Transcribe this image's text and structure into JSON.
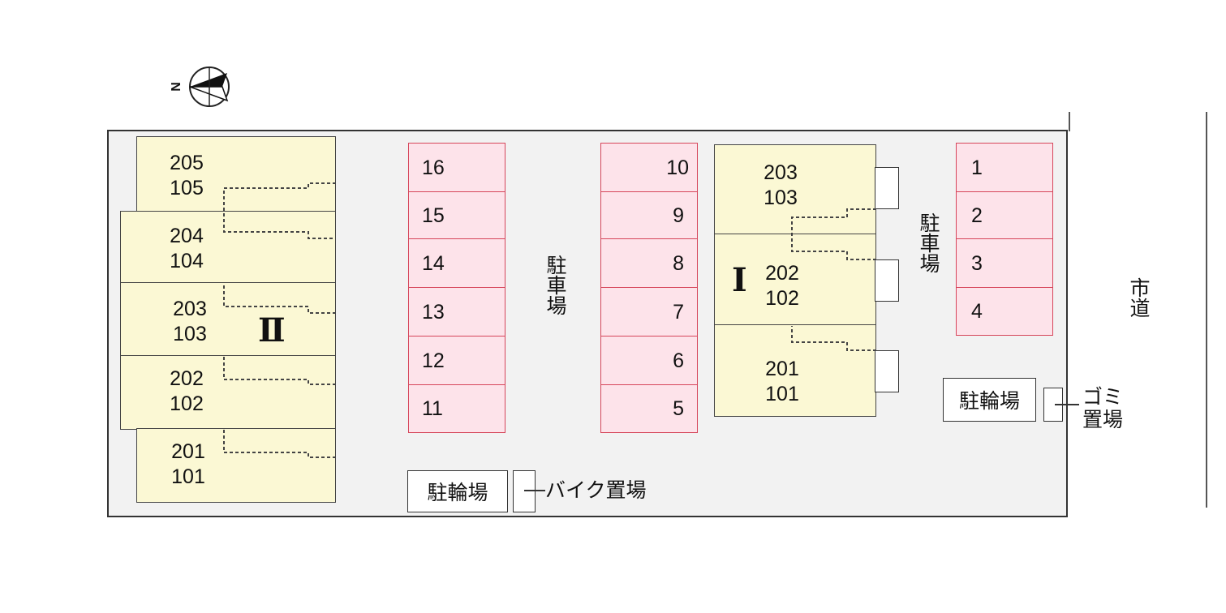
{
  "building_2": {
    "label": "Ⅱ",
    "units": [
      {
        "top": "205",
        "bottom": "105"
      },
      {
        "top": "204",
        "bottom": "104"
      },
      {
        "top": "203",
        "bottom": "103"
      },
      {
        "top": "202",
        "bottom": "102"
      },
      {
        "top": "201",
        "bottom": "101"
      }
    ]
  },
  "building_1": {
    "label": "I",
    "units": [
      {
        "top": "203",
        "bottom": "103"
      },
      {
        "top": "202",
        "bottom": "102"
      },
      {
        "top": "201",
        "bottom": "101"
      }
    ]
  },
  "parking_left_column": [
    "16",
    "15",
    "14",
    "13",
    "12",
    "11"
  ],
  "parking_middle_column": [
    "10",
    "9",
    "8",
    "7",
    "6",
    "5"
  ],
  "parking_right_column": [
    "1",
    "2",
    "3",
    "4"
  ],
  "labels": {
    "parking_center": "駐車場",
    "parking_right": "駐車場",
    "road": "市道",
    "bicycle_parking_bottom": "駐輪場",
    "motorbike_parking": "バイク置場",
    "bicycle_parking_right": "駐輪場",
    "garbage": "ゴミ置場",
    "north": "N"
  }
}
